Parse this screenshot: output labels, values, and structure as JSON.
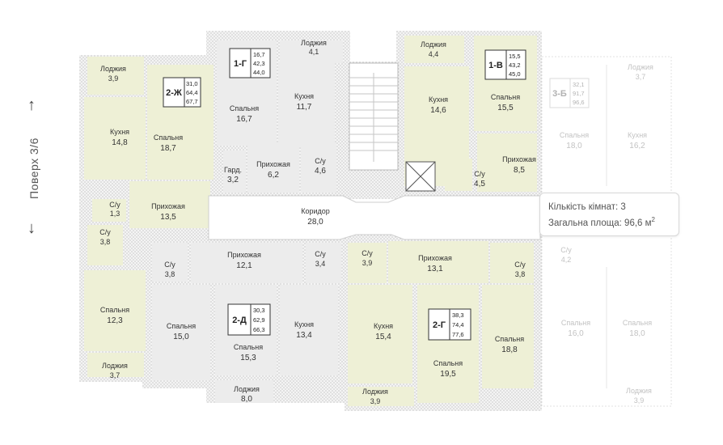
{
  "floor": {
    "label": "Поверх 3/6",
    "up_arrow": "↑",
    "down_arrow": "↓"
  },
  "tooltip": {
    "rooms_label": "Кількість кімнат:",
    "rooms_value": "3",
    "area_label": "Загальна площа:",
    "area_value": "96,6 м",
    "area_unit_sup": "2"
  },
  "apartments": [
    {
      "code": "2-Ж",
      "areas": [
        "31,0",
        "64,4",
        "67,7"
      ],
      "highlighted": true
    },
    {
      "code": "1-Г",
      "areas": [
        "16,7",
        "42,3",
        "44,0"
      ],
      "highlighted": false
    },
    {
      "code": "1-В",
      "areas": [
        "15,5",
        "43,2",
        "45,0"
      ],
      "highlighted": true
    },
    {
      "code": "3-Б",
      "areas": [
        "32,1",
        "91,7",
        "96,6"
      ],
      "highlighted": false,
      "faded": true
    },
    {
      "code": "2-Д",
      "areas": [
        "30,3",
        "62,9",
        "66,3"
      ],
      "highlighted": false
    },
    {
      "code": "2-Г",
      "areas": [
        "38,3",
        "74,4",
        "77,6"
      ],
      "highlighted": true
    }
  ],
  "rooms": [
    {
      "name": "Лоджия",
      "area": "3,9"
    },
    {
      "name": "Кухня",
      "area": "14,8"
    },
    {
      "name": "Спальня",
      "area": "18,7"
    },
    {
      "name": "С/у",
      "area": "1,3"
    },
    {
      "name": "Прихожая",
      "area": "13,5"
    },
    {
      "name": "С/у",
      "area": "3,8"
    },
    {
      "name": "Спальня",
      "area": "12,3"
    },
    {
      "name": "Лоджия",
      "area": "3,7"
    },
    {
      "name": "Лоджия",
      "area": "4,1"
    },
    {
      "name": "Спальня",
      "area": "16,7"
    },
    {
      "name": "Кухня",
      "area": "11,7"
    },
    {
      "name": "Гард.",
      "area": "3,2"
    },
    {
      "name": "Прихожая",
      "area": "6,2"
    },
    {
      "name": "С/у",
      "area": "4,6"
    },
    {
      "name": "Лоджия",
      "area": "4,4"
    },
    {
      "name": "Кухня",
      "area": "14,6"
    },
    {
      "name": "Спальня",
      "area": "15,5"
    },
    {
      "name": "Прихожая",
      "area": "8,5"
    },
    {
      "name": "С/у",
      "area": "4,5"
    },
    {
      "name": "Лоджия",
      "area": "3,7"
    },
    {
      "name": "Спальня",
      "area": "18,0"
    },
    {
      "name": "Кухня",
      "area": "16,2"
    },
    {
      "name": "Коридор",
      "area": "28,0"
    },
    {
      "name": "С/у",
      "area": "3,8"
    },
    {
      "name": "Прихожая",
      "area": "12,1"
    },
    {
      "name": "С/у",
      "area": "3,4"
    },
    {
      "name": "С/у",
      "area": "3,9"
    },
    {
      "name": "Прихожая",
      "area": "13,1"
    },
    {
      "name": "С/у",
      "area": "3,8"
    },
    {
      "name": "С/у",
      "area": "4,2"
    },
    {
      "name": "Спальня",
      "area": "15,0"
    },
    {
      "name": "Спальня",
      "area": "15,3"
    },
    {
      "name": "Кухня",
      "area": "13,4"
    },
    {
      "name": "Кухня",
      "area": "15,4"
    },
    {
      "name": "Спальня",
      "area": "19,5"
    },
    {
      "name": "Спальня",
      "area": "18,8"
    },
    {
      "name": "Спальня",
      "area": "16,0"
    },
    {
      "name": "Спальня",
      "area": "18,0"
    },
    {
      "name": "Лоджия",
      "area": "8,0"
    },
    {
      "name": "Лоджия",
      "area": "3,9"
    },
    {
      "name": "Лоджия",
      "area": "3,9"
    }
  ],
  "colors": {
    "highlight_fill": "#eef0d6",
    "room_fill": "#ececec",
    "wall": "#9a9a9a",
    "corridor": "#ffffff"
  }
}
